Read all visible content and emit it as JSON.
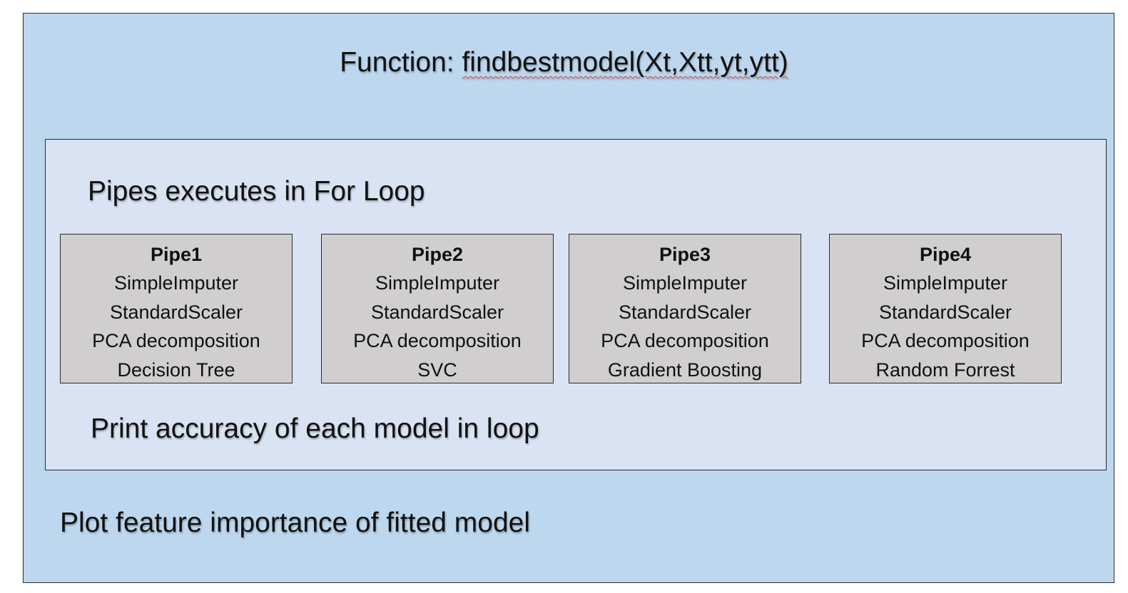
{
  "function": {
    "prefix": "Function: ",
    "signature": "findbestmodel(Xt,Xtt,yt,ytt)"
  },
  "loop_title": "Pipes executes in For Loop",
  "pipes": [
    {
      "name": "Pipe1",
      "steps": [
        "SimpleImputer",
        "StandardScaler",
        "PCA decomposition",
        "Decision Tree"
      ]
    },
    {
      "name": "Pipe2",
      "steps": [
        "SimpleImputer",
        "StandardScaler",
        "PCA decomposition",
        "SVC"
      ]
    },
    {
      "name": "Pipe3",
      "steps": [
        "SimpleImputer",
        "StandardScaler",
        "PCA decomposition",
        "Gradient Boosting"
      ]
    },
    {
      "name": "Pipe4",
      "steps": [
        "SimpleImputer",
        "StandardScaler",
        "PCA decomposition",
        "Random Forrest"
      ]
    }
  ],
  "accuracy_text": "Print accuracy of each model in loop",
  "plot_text": "Plot feature importance of fitted model",
  "colors": {
    "outer_fill": "#bdd7ee",
    "inner_fill": "#dae3f3",
    "pipe_fill": "#d0cece",
    "border": "#2b2b2b"
  }
}
